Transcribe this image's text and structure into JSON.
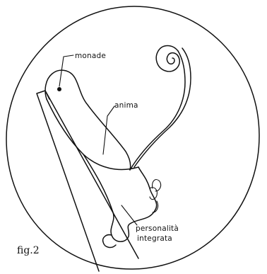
{
  "labels": {
    "monade": "monade",
    "anima": "anima",
    "personalita_line1": "personalità",
    "personalita_line2": "integrata",
    "figure": "fig.2"
  }
}
